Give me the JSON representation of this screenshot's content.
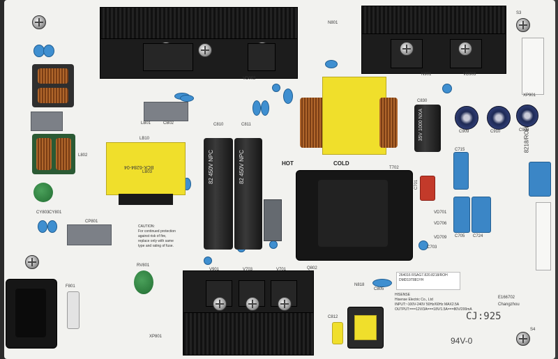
{
  "board_labels": {
    "hot": "HOT",
    "cold": "COLD",
    "cj_code": "CJ:925",
    "rating_94v": "94V-0",
    "ul_mark": "E166702",
    "city": "Changzhou",
    "side_code": "8218/ROH"
  },
  "caution_text": {
    "line1": "CAUTION:",
    "line2": "For continued protection",
    "line3": "against risk of fire,",
    "line4": "replace only with same",
    "line5": "type and rating of fuse."
  },
  "board_sticker": {
    "part": "264016",
    "model": "RSAG7.820.8218/ROH",
    "id": "DMD19T881YH"
  },
  "maker_label": {
    "company": "HISENSE",
    "name": "Hisense Electric Co., Ltd",
    "input": "INPUT:~100V-240V 50Hz/60Hz MAX2.5A",
    "output": "OUTPUT:===12V/3A===18V/1.5A===80V/200mA"
  },
  "big_caps": {
    "rating": "82 450V",
    "series": "NPC"
  },
  "right_caps": {
    "rating": "35V",
    "uf": "1000",
    "series": "NXA"
  },
  "transformer_label": "BCK-6284-04",
  "refs": {
    "r1": "CP801",
    "r2": "LB01",
    "r3": "L802",
    "r4": "LB10",
    "r5": "CB02",
    "r6": "C810",
    "r7": "C811",
    "r8": "Q802",
    "r9": "VD002",
    "r10": "N801",
    "r11": "T702",
    "r12": "C830",
    "r13": "C909",
    "r14": "C910",
    "r15": "C908",
    "r16": "C715",
    "r17": "C701",
    "r18": "C705",
    "r19": "C724",
    "r20": "VD701",
    "r21": "VD706",
    "r22": "VD709",
    "r23": "C703",
    "r24": "RV801",
    "r25": "XP801",
    "r26": "N901",
    "r27": "VD903",
    "r28": "V901",
    "r29": "V703",
    "r30": "V701",
    "r31": "N818",
    "r32": "C812",
    "r33": "XP901",
    "r34": "S3",
    "r35": "S4",
    "r36": "F801",
    "r37": "LB03",
    "r38": "CY803",
    "r39": "CY801",
    "r40": "C805"
  }
}
